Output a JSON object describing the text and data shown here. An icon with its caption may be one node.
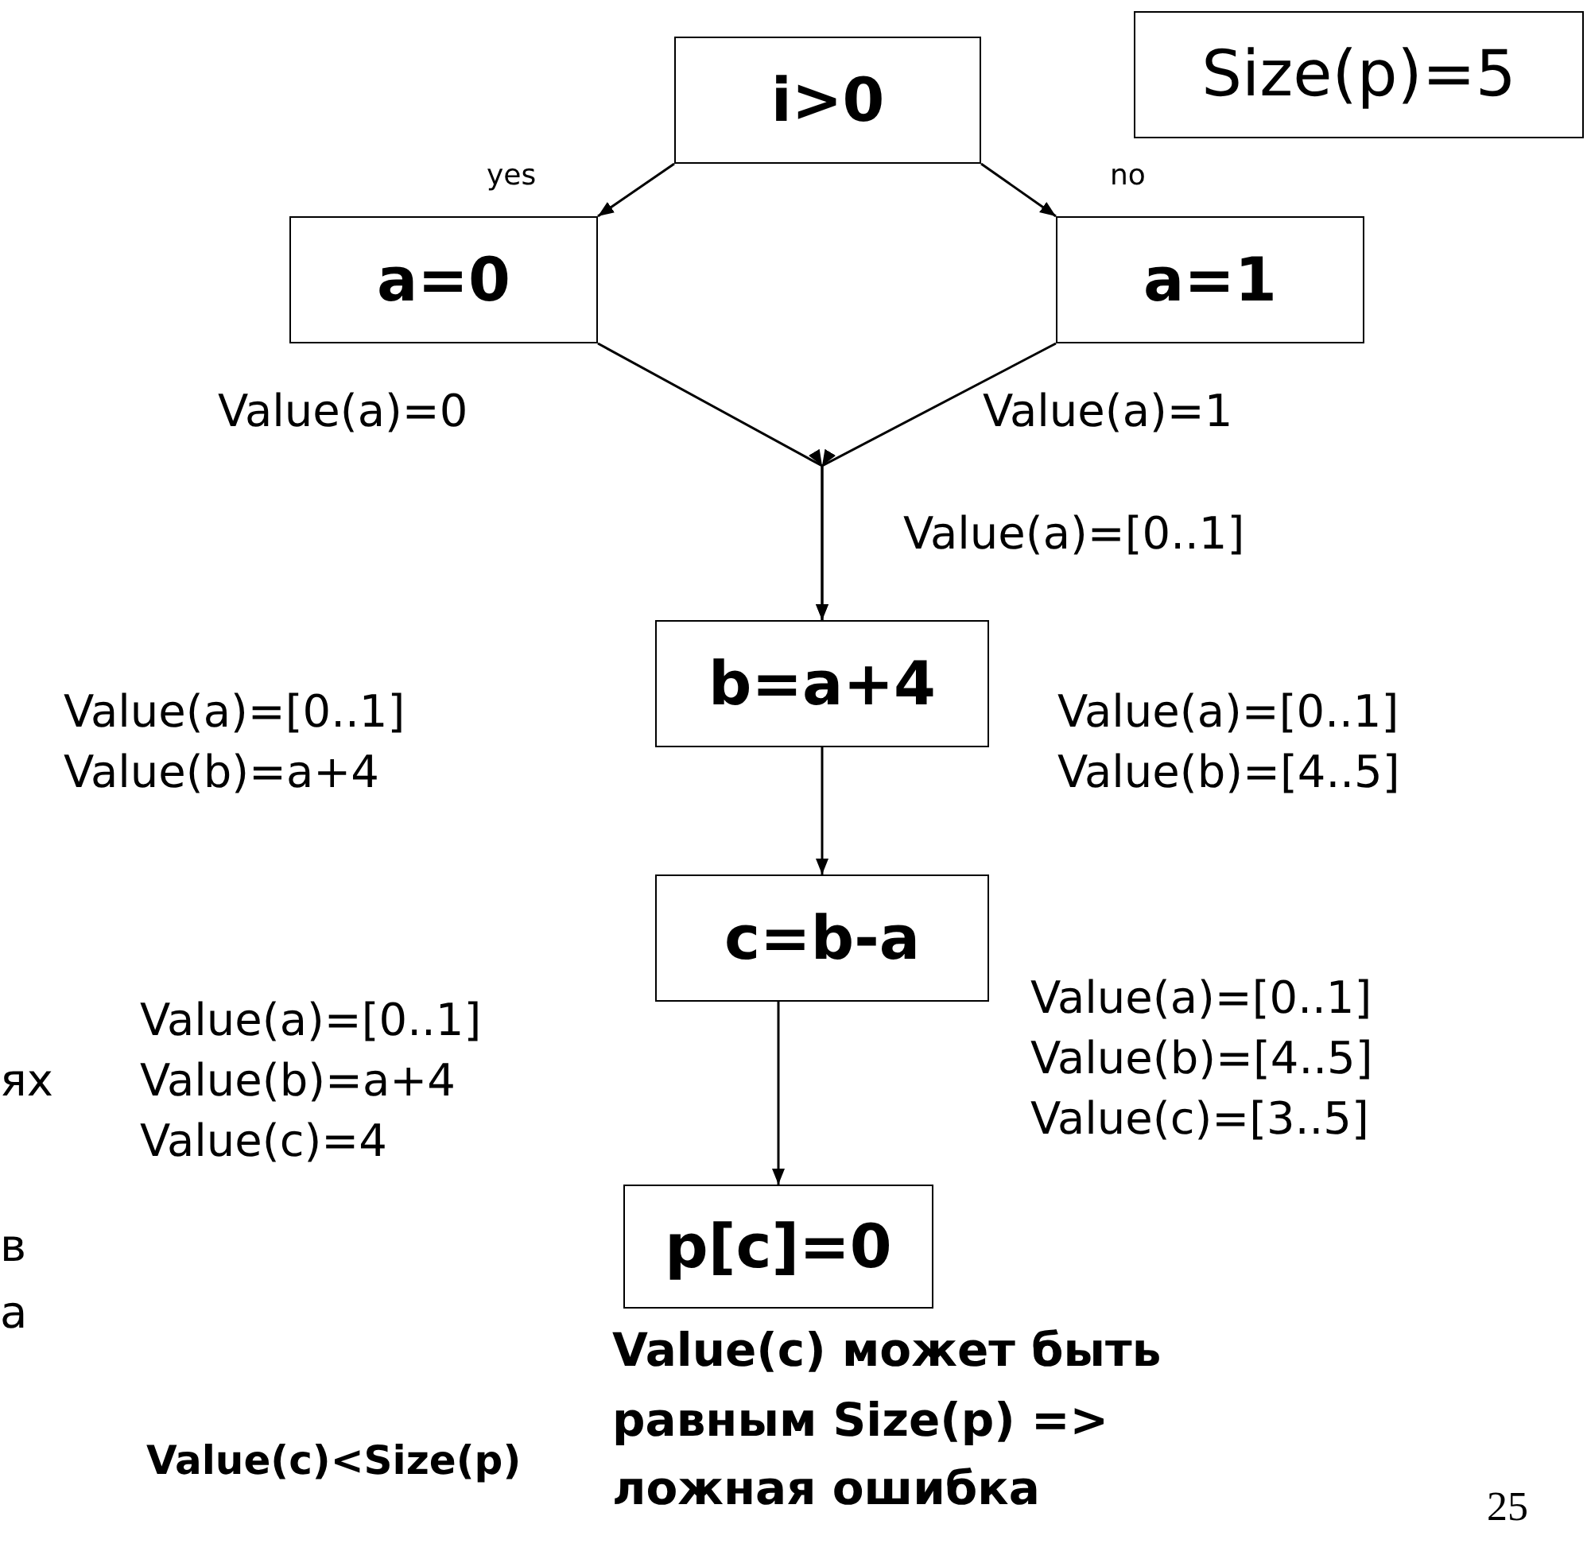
{
  "diagram": {
    "nodes": [
      {
        "text": [
          "i>0"
        ]
      },
      {
        "text": [
          "Size(p)=5"
        ]
      },
      {
        "text": [
          "a=0"
        ]
      },
      {
        "text": [
          "a=1"
        ]
      },
      {
        "text": [
          "b=a+4"
        ]
      },
      {
        "text": [
          "c=b-a"
        ]
      },
      {
        "text": [
          "p[c]=0"
        ]
      }
    ],
    "edges": [
      {
        "from": 0,
        "to": 2,
        "arrow": "to",
        "label": "yes"
      },
      {
        "from": 0,
        "to": 3,
        "arrow": "to",
        "label": "no"
      },
      {
        "from": 2,
        "to": 4,
        "arrow": "to"
      },
      {
        "from": 3,
        "to": 4,
        "arrow": "to"
      },
      {
        "from": 4,
        "to": 5,
        "arrow": "to"
      },
      {
        "from": 5,
        "to": 6,
        "arrow": "to"
      }
    ],
    "labels": [
      "Value(a)=0",
      "Value(a)=1",
      "Value(a)=[0..1]",
      "Value(a)=[0..1]",
      "Value(b)=a+4",
      "Value(a)=[0..1]",
      "Value(b)=[4..5]",
      "Value(a)=[0..1]",
      "Value(a)=[0..1]",
      "Value(b)=a+4",
      "Value(b)=[4..5]",
      "ях",
      "Value(c)=4",
      "Value(c)=[3..5]",
      "в",
      "а",
      "Value(c) может быть равным Size(p) => ложная ошибка",
      "Value(c)<Size(p)",
      "25"
    ]
  }
}
